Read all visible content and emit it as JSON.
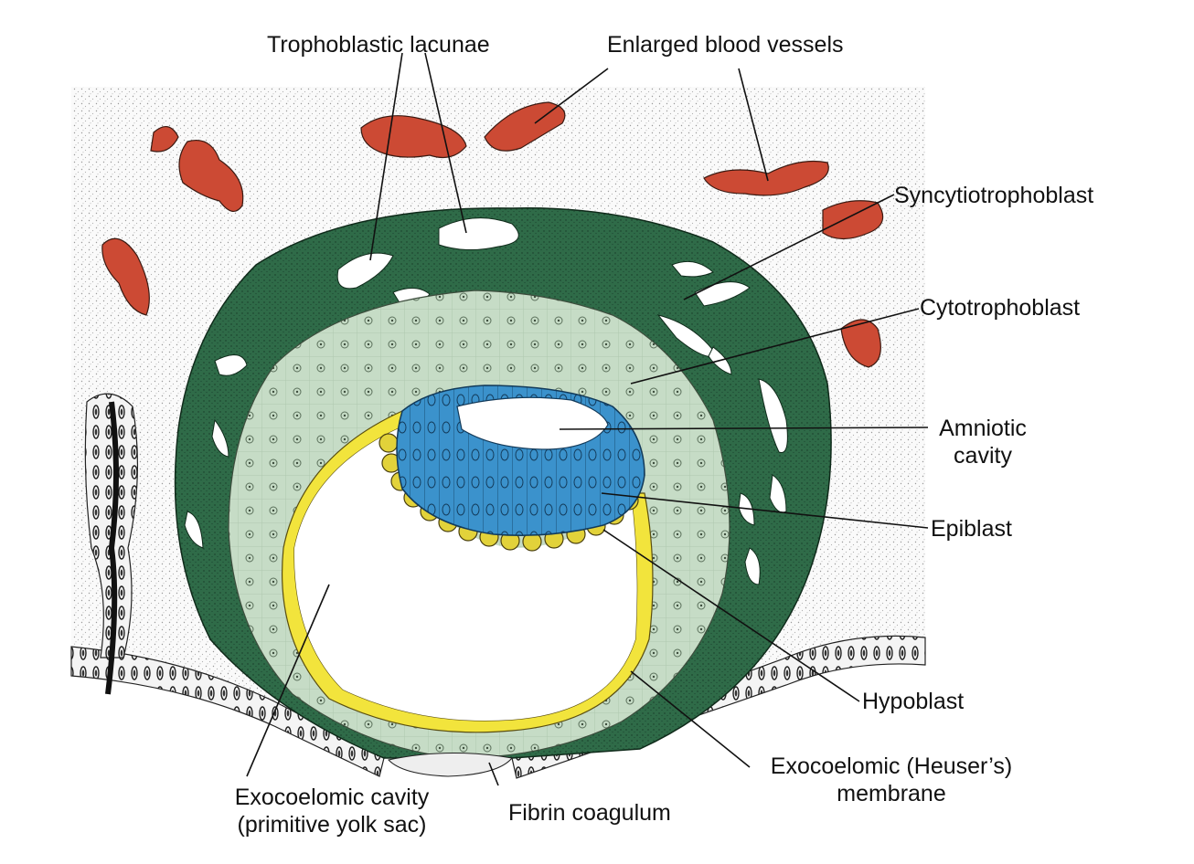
{
  "labels": {
    "trophoblastic_lacunae": "Trophoblastic lacunae",
    "enlarged_blood_vessels": "Enlarged blood vessels",
    "syncytiotrophoblast": "Syncytiotrophoblast",
    "cytotrophoblast": "Cytotrophoblast",
    "amniotic_cavity_1": "Amniotic",
    "amniotic_cavity_2": "cavity",
    "epiblast": "Epiblast",
    "hypoblast": "Hypoblast",
    "exocoelomic_membrane_1": "Exocoelomic (Heuser’s)",
    "exocoelomic_membrane_2": "membrane",
    "fibrin_coagulum": "Fibrin coagulum",
    "exocoelomic_cavity_1": "Exocoelomic cavity",
    "exocoelomic_cavity_2": "(primitive yolk sac)"
  },
  "colors": {
    "syncytiotrophoblast": "#2f6b48",
    "cytotrophoblast": "#c6dcc6",
    "epiblast": "#3b92cc",
    "hypoblast": "#e2d23a",
    "exocoelomic_membrane": "#f2e43c",
    "blood_vessels": "#cc4a34",
    "endometrium": "#fafafa"
  }
}
